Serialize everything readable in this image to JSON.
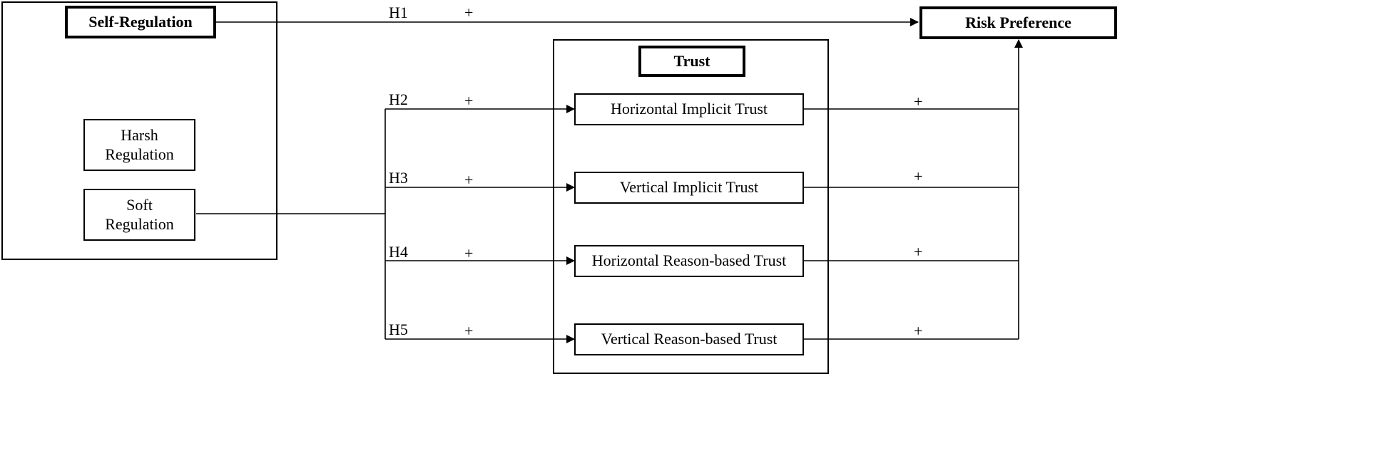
{
  "groups": {
    "self_regulation": "Self-Regulation",
    "trust": "Trust"
  },
  "nodes": {
    "harsh_regulation": [
      "Harsh",
      "Regulation"
    ],
    "soft_regulation": [
      "Soft",
      "Regulation"
    ],
    "horizontal_implicit": "Horizontal Implicit Trust",
    "vertical_implicit": "Vertical Implicit Trust",
    "horizontal_reason": "Horizontal Reason-based Trust",
    "vertical_reason": "Vertical Reason-based Trust",
    "risk_preference": "Risk Preference"
  },
  "hypotheses": {
    "h1": "H1",
    "h2": "H2",
    "h3": "H3",
    "h4": "H4",
    "h5": "H5"
  },
  "signs": {
    "h1": "+",
    "h2": "+",
    "h3": "+",
    "h4": "+",
    "h5": "+",
    "out1": "+",
    "out2": "+",
    "out3": "+",
    "out4": "+"
  }
}
